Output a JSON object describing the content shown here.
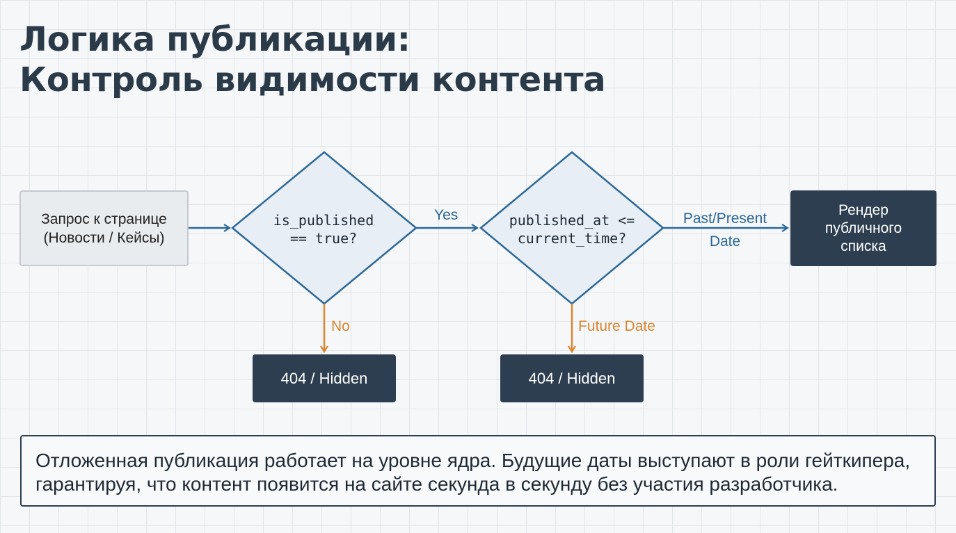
{
  "title": {
    "line1": "Логика публикации:",
    "line2": "Контроль видимости контента"
  },
  "nodes": {
    "request": {
      "line1": "Запрос к странице",
      "line2": "(Новости / Кейсы)"
    },
    "decision_published": {
      "line1": "is_published",
      "line2": "== true?"
    },
    "decision_date": {
      "line1": "published_at <=",
      "line2": "current_time?"
    },
    "render": {
      "line1": "Рендер",
      "line2": "публичного",
      "line3": "списка"
    },
    "hidden_no": {
      "label": "404 / Hidden"
    },
    "hidden_future": {
      "label": "404 / Hidden"
    }
  },
  "edges": {
    "yes": "Yes",
    "past_present_line1": "Past/Present",
    "past_present_line2": "Date",
    "no": "No",
    "future": "Future Date"
  },
  "note": {
    "line1": "Отложенная публикация работает на уровне ядра. Будущие даты выступают в роли гейткипера,",
    "line2": "гарантируя, что контент появится на сайте секунда в секунду без участия разработчика."
  },
  "colors": {
    "title": "#2b3a48",
    "dark_box": "#2c3e50",
    "diamond_fill": "#e8eef5",
    "diamond_stroke": "#2b6797",
    "yes_flow": "#2b6797",
    "no_flow": "#d98530"
  }
}
